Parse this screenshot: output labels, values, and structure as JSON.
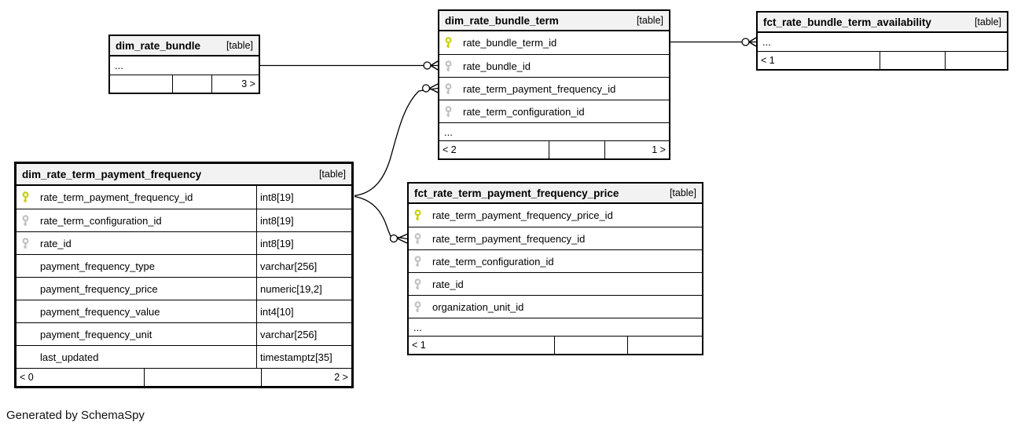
{
  "caption": "Generated by SchemaSpy",
  "colors": {
    "primary_key_icon": "#c6cf00",
    "foreign_key_icon": "#c0c0c0",
    "header_bg": "#f2f2f2",
    "border": "#000000"
  },
  "tables": [
    {
      "id": "dim_rate_bundle",
      "title": "dim_rate_bundle",
      "tag": "[table]",
      "rows": [
        {
          "name": "...",
          "ellipsis": true
        }
      ],
      "footer": [
        "",
        "",
        "3 >"
      ]
    },
    {
      "id": "dim_rate_bundle_term",
      "title": "dim_rate_bundle_term",
      "tag": "[table]",
      "rows": [
        {
          "name": "rate_bundle_term_id",
          "key": "pk"
        },
        {
          "name": "rate_bundle_id",
          "key": "fk"
        },
        {
          "name": "rate_term_payment_frequency_id",
          "key": "fk"
        },
        {
          "name": "rate_term_configuration_id",
          "key": "fk"
        },
        {
          "name": "...",
          "ellipsis": true
        }
      ],
      "footer": [
        "< 2",
        "",
        "1 >"
      ]
    },
    {
      "id": "fct_rate_bundle_term_availability",
      "title": "fct_rate_bundle_term_availability",
      "tag": "[table]",
      "rows": [
        {
          "name": "...",
          "ellipsis": true
        }
      ],
      "footer": [
        "< 1",
        "",
        ""
      ]
    },
    {
      "id": "dim_rate_term_payment_frequency",
      "title": "dim_rate_term_payment_frequency",
      "tag": "[table]",
      "rows": [
        {
          "name": "rate_term_payment_frequency_id",
          "key": "pk",
          "dtype": "int8[19]"
        },
        {
          "name": "rate_term_configuration_id",
          "key": "fk",
          "dtype": "int8[19]"
        },
        {
          "name": "rate_id",
          "key": "fk",
          "dtype": "int8[19]"
        },
        {
          "name": "payment_frequency_type",
          "dtype": "varchar[256]"
        },
        {
          "name": "payment_frequency_price",
          "dtype": "numeric[19,2]"
        },
        {
          "name": "payment_frequency_value",
          "dtype": "int4[10]"
        },
        {
          "name": "payment_frequency_unit",
          "dtype": "varchar[256]"
        },
        {
          "name": "last_updated",
          "dtype": "timestamptz[35]"
        }
      ],
      "footer": [
        "< 0",
        "",
        "2 >"
      ]
    },
    {
      "id": "fct_rate_term_payment_frequency_price",
      "title": "fct_rate_term_payment_frequency_price",
      "tag": "[table]",
      "rows": [
        {
          "name": "rate_term_payment_frequency_price_id",
          "key": "pk"
        },
        {
          "name": "rate_term_payment_frequency_id",
          "key": "fk"
        },
        {
          "name": "rate_term_configuration_id",
          "key": "fk"
        },
        {
          "name": "rate_id",
          "key": "fk"
        },
        {
          "name": "organization_unit_id",
          "key": "fk"
        },
        {
          "name": "...",
          "ellipsis": true
        }
      ],
      "footer": [
        "< 1",
        "",
        ""
      ]
    }
  ],
  "relations": [
    {
      "from": "dim_rate_bundle",
      "to": "dim_rate_bundle_term.rate_bundle_id"
    },
    {
      "from": "dim_rate_term_payment_frequency.rate_term_payment_frequency_id",
      "to": "dim_rate_bundle_term.rate_term_payment_frequency_id"
    },
    {
      "from": "dim_rate_term_payment_frequency.rate_term_payment_frequency_id",
      "to": "fct_rate_term_payment_frequency_price.rate_term_payment_frequency_id"
    },
    {
      "from": "dim_rate_bundle_term.rate_bundle_term_id",
      "to": "fct_rate_bundle_term_availability"
    }
  ]
}
